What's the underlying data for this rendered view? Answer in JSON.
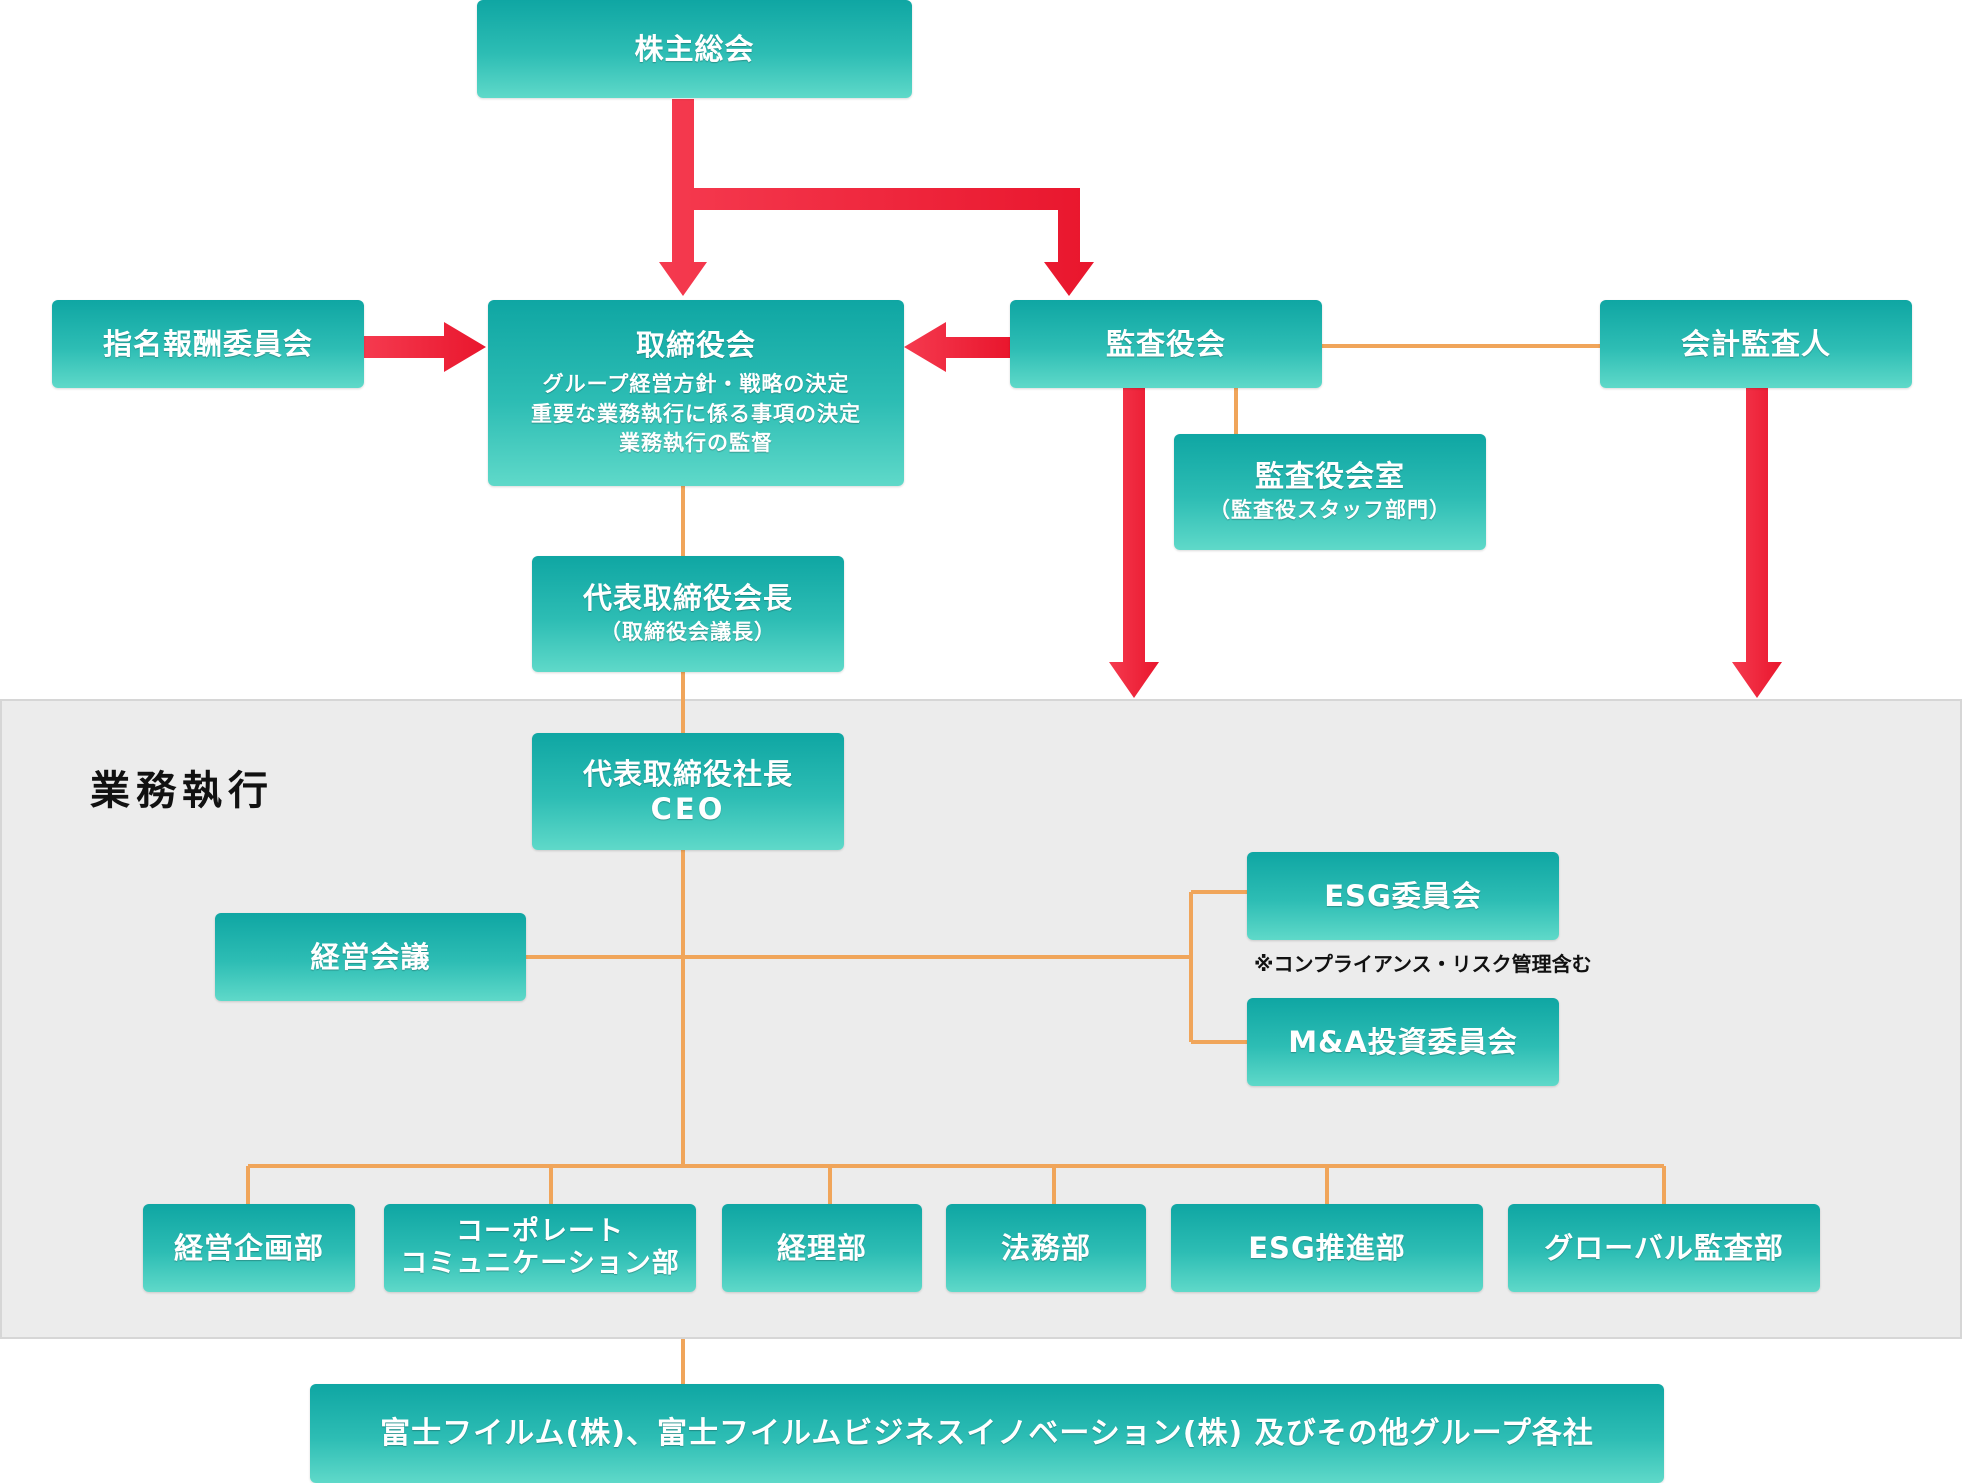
{
  "nodes": {
    "shareholders": "株主総会",
    "nomination": "指名報酬委員会",
    "board": "取締役会",
    "board_duties": [
      "グループ経営方針・戦略の決定",
      "重要な業務執行に係る事項の決定",
      "業務執行の監督"
    ],
    "audit": "監査役会",
    "accounting_auditor": "会計監査人",
    "audit_office": "監査役会室",
    "audit_office_sub": "（監査役スタッフ部門）",
    "chairman": "代表取締役会長",
    "chairman_sub": "（取締役会議長）",
    "president": "代表取締役社長",
    "president_sub": "CEO",
    "mgmt_meeting": "経営会議",
    "esg_committee": "ESG委員会",
    "esg_note": "※コンプライアンス・リスク管理含む",
    "ma_committee": "M&A投資委員会",
    "dept_planning": "経営企画部",
    "dept_corpcomm_1": "コーポレート",
    "dept_corpcomm_2": "コミュニケーション部",
    "dept_accounting": "経理部",
    "dept_legal": "法務部",
    "dept_esg": "ESG推進部",
    "dept_audit": "グローバル監査部",
    "group": "富士フイルム(株)、富士フイルムビジネスイノベーション(株) 及びその他グループ各社"
  },
  "exec_area_label": "業務執行",
  "colors": {
    "box_top": "#0fa6a3",
    "box_bottom": "#5fd9c9",
    "arrow": "#f2243c",
    "connector": "#f0a55a",
    "exec_bg": "#ececec"
  }
}
